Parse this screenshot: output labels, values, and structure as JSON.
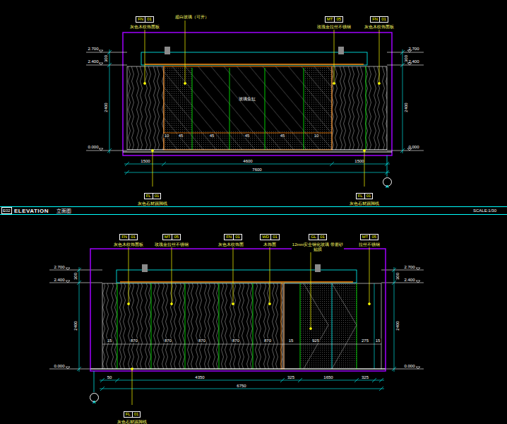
{
  "diagram": {
    "nodes": [
      {
        "text": [
          "E02",
          "ELEVATION",
          "立面图",
          "SCALE:1/30"
        ]
      },
      {
        "text": [
          "FN",
          "01",
          "灰色木纹饰面板"
        ]
      },
      {
        "text": [
          "MT",
          "05",
          "玫瑰金拉丝不锈钢"
        ]
      },
      {
        "text": [
          "FN",
          "01",
          "灰色木纹饰面板"
        ]
      },
      {
        "text": [
          "FL",
          "01",
          "灰色石材踢脚线"
        ]
      },
      {
        "text": [
          "FL",
          "01",
          "灰色石材踢脚线"
        ]
      },
      {
        "text": [
          "A"
        ]
      },
      {
        "text": [
          "FN",
          "01",
          "灰色木纹饰面板"
        ]
      },
      {
        "text": [
          "MT",
          "05",
          "玫瑰金拉丝不锈钢"
        ]
      },
      {
        "text": [
          "FN",
          "01",
          "灰色木纹饰面板"
        ]
      },
      {
        "text": [
          "WD",
          "01",
          "木饰面"
        ]
      },
      {
        "text": [
          "GL",
          "01",
          "12mm安全钢化玻璃 带磨砂贴膜"
        ]
      },
      {
        "text": [
          "MT",
          "05",
          "拉丝不锈钢"
        ]
      },
      {
        "text": [
          "A"
        ]
      },
      {
        "text": [
          "FL",
          "01",
          "灰色石材踢脚线"
        ]
      }
    ],
    "labels": [
      "2.700",
      "2.400",
      "0.000",
      "2.700",
      "2.400",
      "0.000",
      "300",
      "2400",
      "300",
      "2400",
      "超白玻璃（可开）",
      "玻璃鱼缸",
      "10",
      "45",
      "45",
      "45",
      "45",
      "10",
      "1500",
      "4600",
      "1500",
      "7600",
      "2.700",
      "2.400",
      "0.000",
      "2.700",
      "2.400",
      "0.000",
      "300",
      "2400",
      "300",
      "2400",
      "15",
      "870",
      "870",
      "870",
      "870",
      "870",
      "15",
      "925",
      "275",
      "15",
      "50",
      "4350",
      "325",
      "1650",
      "325",
      "6750"
    ]
  }
}
